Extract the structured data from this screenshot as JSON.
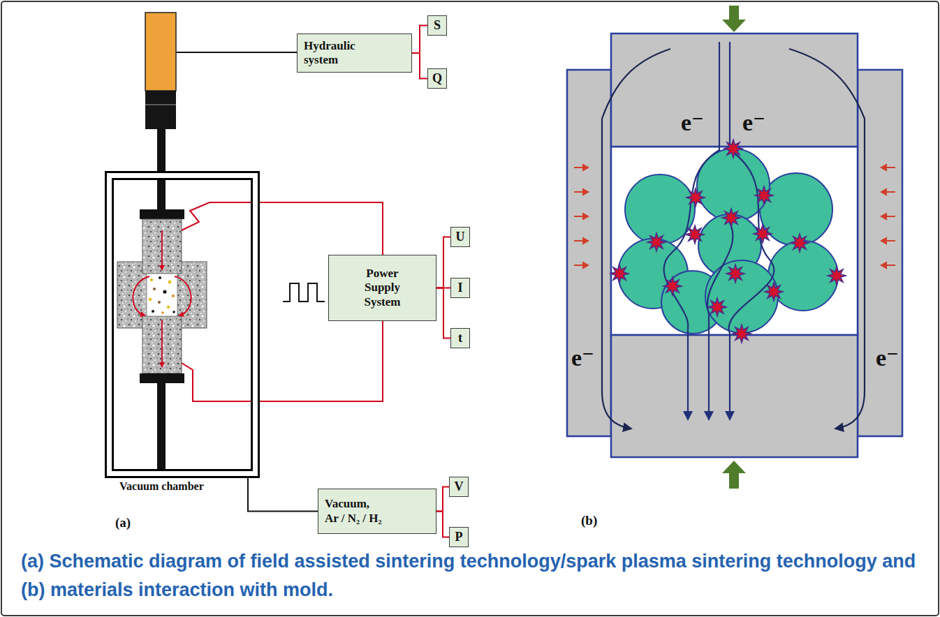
{
  "diagram": {
    "caption": "(a) Schematic diagram of field assisted sintering technology/spark plasma sintering technology and (b) materials interaction with mold.",
    "nodes": [
      {
        "text": [
          "Hydraulic system"
        ]
      },
      {
        "text": [
          "S"
        ]
      },
      {
        "text": [
          "Q"
        ]
      },
      {
        "text": [
          "Vacuum chamber"
        ]
      },
      {
        "text": [
          "Power Supply System"
        ]
      },
      {
        "text": [
          "U"
        ]
      },
      {
        "text": [
          "I"
        ]
      },
      {
        "text": [
          "t"
        ]
      },
      {
        "text": [
          "Vacuum, Ar / N₂ / H₂"
        ]
      },
      {
        "text": [
          "V"
        ]
      },
      {
        "text": [
          "P"
        ]
      }
    ],
    "edges": [
      {
        "from": 0,
        "to": 1,
        "arrow": "none"
      },
      {
        "from": 0,
        "to": 2,
        "arrow": "none"
      },
      {
        "from": 3,
        "to": 8,
        "arrow": "none"
      },
      {
        "from": 4,
        "to": 5,
        "arrow": "none"
      },
      {
        "from": 4,
        "to": 6,
        "arrow": "none"
      },
      {
        "from": 4,
        "to": 7,
        "arrow": "none"
      },
      {
        "from": 8,
        "to": 9,
        "arrow": "none"
      },
      {
        "from": 8,
        "to": 10,
        "arrow": "none"
      }
    ],
    "labels": [
      "(a)",
      "(b)",
      "e⁻",
      "e⁻",
      "e⁻",
      "e⁻"
    ]
  }
}
